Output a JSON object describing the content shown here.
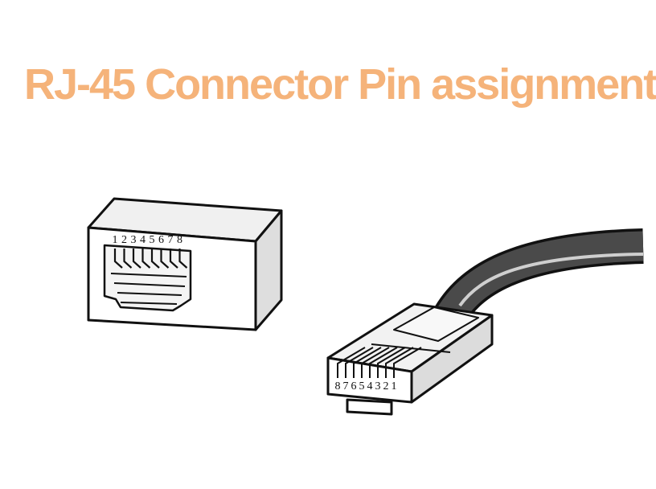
{
  "title": "RJ-45 Connector Pin assignment",
  "colors": {
    "title": "#f5b37a",
    "outline": "#111111",
    "face": "#ffffff",
    "side": "#e6e6e6",
    "cable": "#4a4a4a"
  },
  "jack": {
    "pins": [
      "1",
      "2",
      "3",
      "4",
      "5",
      "6",
      "7",
      "8"
    ]
  },
  "plug": {
    "pins": [
      "8",
      "7",
      "6",
      "5",
      "4",
      "3",
      "2",
      "1"
    ]
  }
}
